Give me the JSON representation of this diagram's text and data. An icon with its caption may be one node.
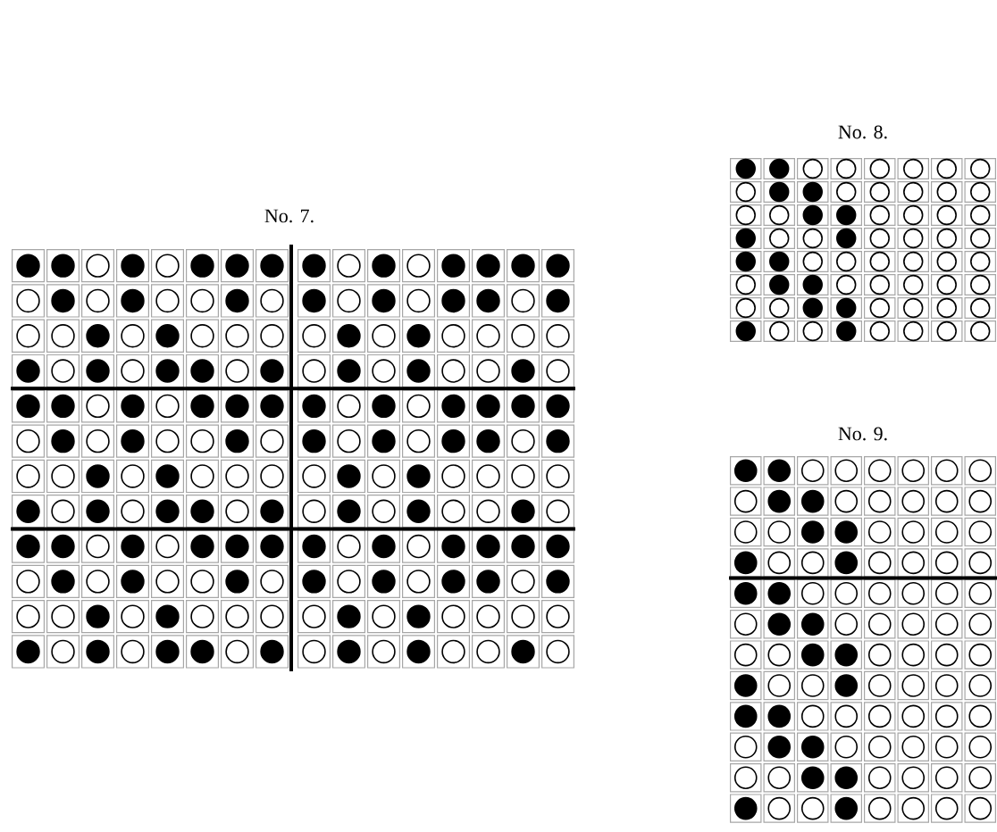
{
  "diagram": {
    "labels": [
      "No. 8.",
      "No. 7.",
      "No. 9."
    ]
  }
}
